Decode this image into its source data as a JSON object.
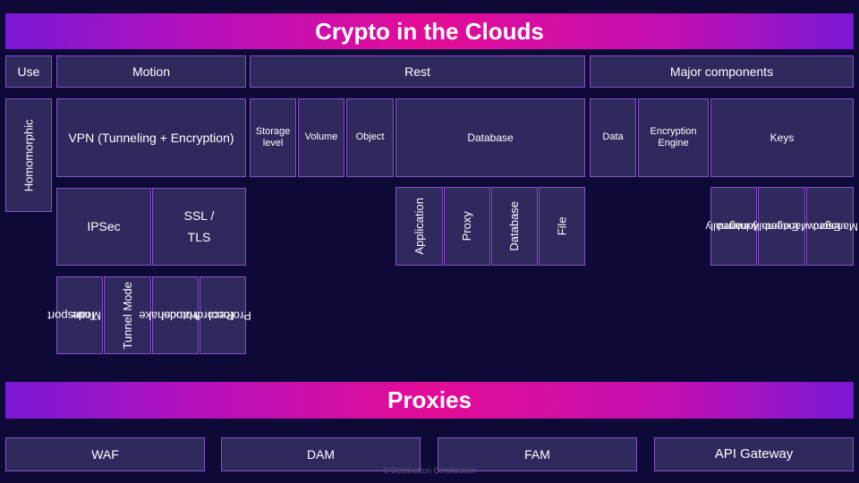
{
  "title": "Crypto in the Clouds",
  "headers": {
    "use": "Use",
    "motion": "Motion",
    "rest": "Rest",
    "major": "Major components"
  },
  "use": {
    "homomorphic": "Homomorphic"
  },
  "motion": {
    "vpn": "VPN (Tunneling + Encryption)",
    "ipsec": "IPSec",
    "ssl_line1": "SSL /",
    "ssl_line2": "TLS",
    "transport_line1": "Transport",
    "transport_line2": "Mode",
    "tunnel": "Tunnel Mode",
    "handshake_line1": "Handshake",
    "handshake_line2": "Protocol",
    "record_line1": "Record",
    "record_line2": "Protocol"
  },
  "rest": {
    "storage_line1": "Storage",
    "storage_line2": "level",
    "volume": "Volume",
    "object": "Object",
    "database": "Database",
    "application": "Application",
    "proxy": "Proxy",
    "database_sub": "Database",
    "file": "File"
  },
  "major": {
    "data": "Data",
    "engine_line1": "Encryption",
    "engine_line2": "Engine",
    "keys": "Keys",
    "internal_line1": "Internally",
    "internal_line2": "Managed",
    "external_line1": "Externally",
    "external_line2": "Managed",
    "escrow_line1": "Escrow",
    "escrow_line2": "Managed"
  },
  "proxies": {
    "title": "Proxies",
    "waf": "WAF",
    "dam": "DAM",
    "fam": "FAM",
    "api": "API Gateway"
  },
  "footer": "© Destination Certification",
  "colors": {
    "background": "#0e0a38",
    "box": "#2e2a5e",
    "border": "#8a4fc8",
    "banner_mid": "#e30c96",
    "banner_edge": "#7a18d4"
  }
}
